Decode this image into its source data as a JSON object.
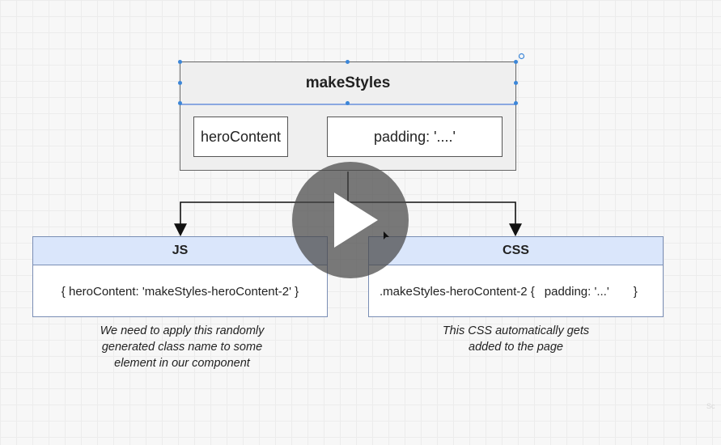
{
  "top_box": {
    "title": "makeStyles",
    "key_label": "heroContent",
    "value_label": "padding: '....'"
  },
  "js_card": {
    "title": "JS",
    "body": "{ heroContent: 'makeStyles-heroContent-2' }",
    "caption_lines": [
      "We need to apply this randomly",
      "generated class name to some",
      "element in our component"
    ]
  },
  "css_card": {
    "title": "CSS",
    "selector": ".makeStyles-heroContent-2 {",
    "declaration": "padding: '...'",
    "closing": "}",
    "caption_lines": [
      "This CSS automatically gets",
      "added to the page"
    ]
  },
  "player": {
    "play_icon": "play-icon"
  },
  "watermark": "Sc",
  "colors": {
    "selection_handle": "#3b86d8",
    "card_header": "#dae6fb",
    "card_border": "#7a8eb5"
  }
}
